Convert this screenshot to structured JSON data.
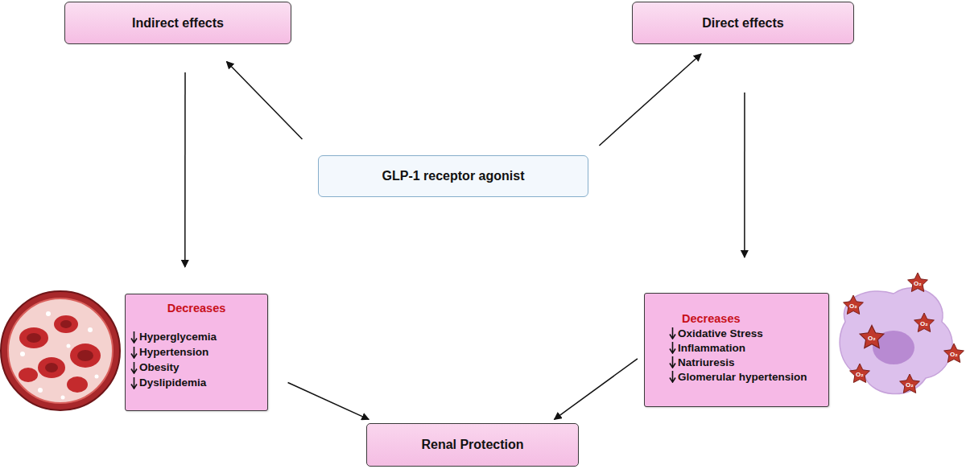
{
  "diagram": {
    "nodes": [
      {
        "text": [
          "Indirect effects"
        ]
      },
      {
        "text": [
          "Direct effects"
        ]
      },
      {
        "text": [
          "GLP-1 receptor agonist"
        ]
      },
      {
        "text": [
          "Decreases",
          "Hyperglycemia",
          "Hypertension",
          "Obesity",
          "Dyslipidemia"
        ]
      },
      {
        "text": [
          "Decreases",
          "Oxidative Stress",
          "Inflammation",
          "Natriuresis",
          "Glomerular hypertension"
        ]
      },
      {
        "text": [
          "Renal Protection"
        ]
      }
    ],
    "edges": [
      {
        "from": 2,
        "to": 0,
        "arrow": "to"
      },
      {
        "from": 2,
        "to": 1,
        "arrow": "to"
      },
      {
        "from": 0,
        "to": 3,
        "arrow": "to"
      },
      {
        "from": 1,
        "to": 4,
        "arrow": "to"
      },
      {
        "from": 3,
        "to": 5,
        "arrow": "to"
      },
      {
        "from": 4,
        "to": 5,
        "arrow": "to"
      }
    ],
    "labels": [
      "O₂",
      "O₂",
      "O₂",
      "O₂",
      "O₂",
      "O₂",
      "O₂"
    ]
  }
}
